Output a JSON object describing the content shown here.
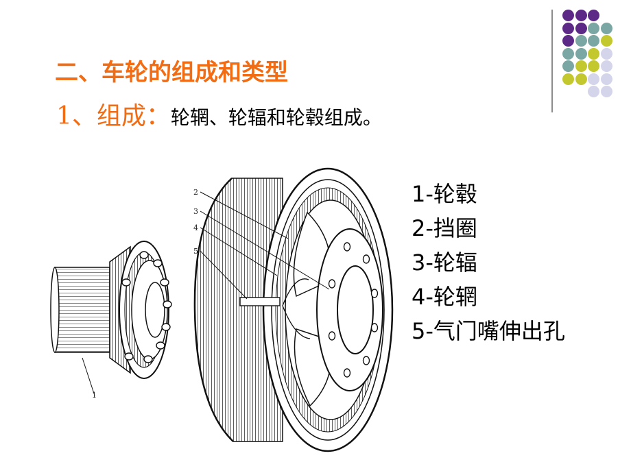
{
  "slide": {
    "title": "二、车轮的组成和类型",
    "subtitle_lead": "1、组成：",
    "subtitle_rest": "轮辋、轮辐和轮毂组成。"
  },
  "legend": [
    {
      "label": "1-轮毂"
    },
    {
      "label": "2-挡圈"
    },
    {
      "label": "3-轮辐"
    },
    {
      "label": "4-轮辋"
    },
    {
      "label": "5-气门嘴伸出孔"
    }
  ],
  "figure": {
    "callouts": [
      "1",
      "2",
      "3",
      "4",
      "5"
    ]
  },
  "decoration": {
    "dot_colors": {
      "purple": "#5c2a86",
      "teal": "#7aa7a3",
      "olive": "#c2c82e",
      "lavender": "#d4d4ea"
    },
    "dot_rows": [
      [
        "purple",
        "purple",
        "purple"
      ],
      [
        "purple",
        "purple",
        "teal",
        "teal"
      ],
      [
        "purple",
        "teal",
        "teal",
        "olive"
      ],
      [
        "teal",
        "teal",
        "olive",
        "lavender"
      ],
      [
        "teal",
        "olive",
        "olive",
        "lavender"
      ],
      [
        "olive",
        "olive",
        "lavender",
        "lavender"
      ],
      [
        "lavender",
        "lavender"
      ]
    ],
    "accent": "#f26c14",
    "divider": "#8c8c8c"
  }
}
